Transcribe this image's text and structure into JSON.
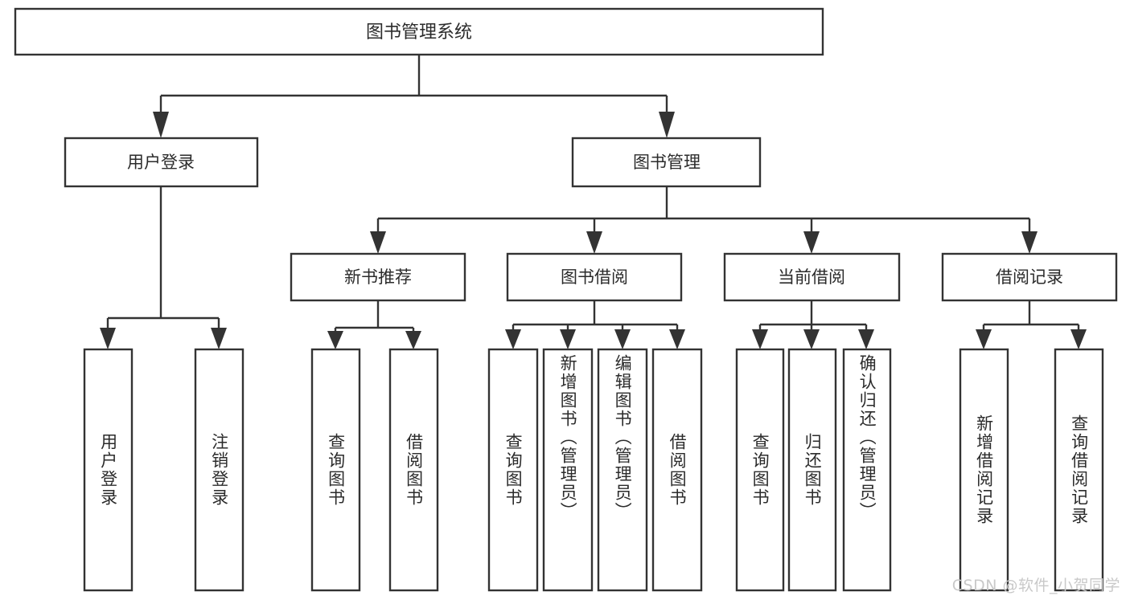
{
  "diagram": {
    "type": "tree",
    "title": "图书管理系统",
    "orientation": "top-down",
    "colors": {
      "stroke": "#333333",
      "fill": "#ffffff",
      "text": "#2b2b2b",
      "watermark": "#c9c9c9",
      "background": "#ffffff"
    }
  },
  "nodes": {
    "root": {
      "label": "图书管理系统"
    },
    "level2": [
      {
        "id": "user-login",
        "label": "用户登录"
      },
      {
        "id": "book-management",
        "label": "图书管理"
      }
    ],
    "level3": [
      {
        "id": "new-book-recommend",
        "label": "新书推荐"
      },
      {
        "id": "book-borrow",
        "label": "图书借阅"
      },
      {
        "id": "current-borrow",
        "label": "当前借阅"
      },
      {
        "id": "borrow-record",
        "label": "借阅记录"
      }
    ],
    "leaves": {
      "user-login": [
        {
          "id": "leaf-user-login",
          "label": "用户登录"
        },
        {
          "id": "leaf-logout",
          "label": "注销登录"
        }
      ],
      "new-book-recommend": [
        {
          "id": "leaf-query-book-1",
          "label": "查询图书"
        },
        {
          "id": "leaf-borrow-book-1",
          "label": "借阅图书"
        }
      ],
      "book-borrow": [
        {
          "id": "leaf-query-book-2",
          "label": "查询图书"
        },
        {
          "id": "leaf-add-book",
          "label": "新增图书（管理员）"
        },
        {
          "id": "leaf-edit-book",
          "label": "编辑图书（管理员）"
        },
        {
          "id": "leaf-borrow-book-2",
          "label": "借阅图书"
        }
      ],
      "current-borrow": [
        {
          "id": "leaf-query-book-3",
          "label": "查询图书"
        },
        {
          "id": "leaf-return-book",
          "label": "归还图书"
        },
        {
          "id": "leaf-confirm-return",
          "label": "确认归还（管理员）"
        }
      ],
      "borrow-record": [
        {
          "id": "leaf-add-record",
          "label": "新增借阅记录"
        },
        {
          "id": "leaf-query-record",
          "label": "查询借阅记录"
        }
      ]
    }
  },
  "watermark": {
    "text": "CSDN @软件_小贺同学"
  }
}
